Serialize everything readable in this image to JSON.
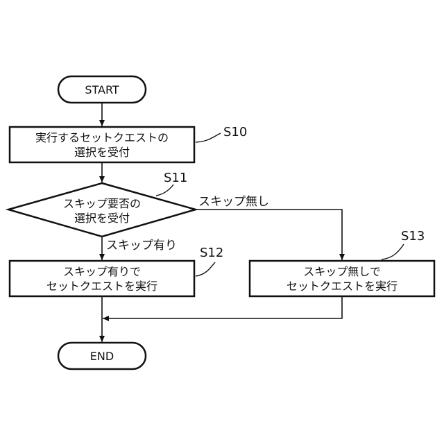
{
  "nodes": {
    "start": {
      "text": "START"
    },
    "s10": {
      "line1": "実行するセットクエストの",
      "line2": "選択を受付",
      "step": "S10"
    },
    "s11": {
      "line1": "スキップ要否の",
      "line2": "選択を受付",
      "step": "S11"
    },
    "s12": {
      "line1": "スキップ有りで",
      "line2": "セットクエストを実行",
      "step": "S12"
    },
    "s13": {
      "line1": "スキップ無しで",
      "line2": "セットクエストを実行",
      "step": "S13"
    },
    "end": {
      "text": "END"
    }
  },
  "branches": {
    "yes": "スキップ有り",
    "no": "スキップ無し"
  }
}
